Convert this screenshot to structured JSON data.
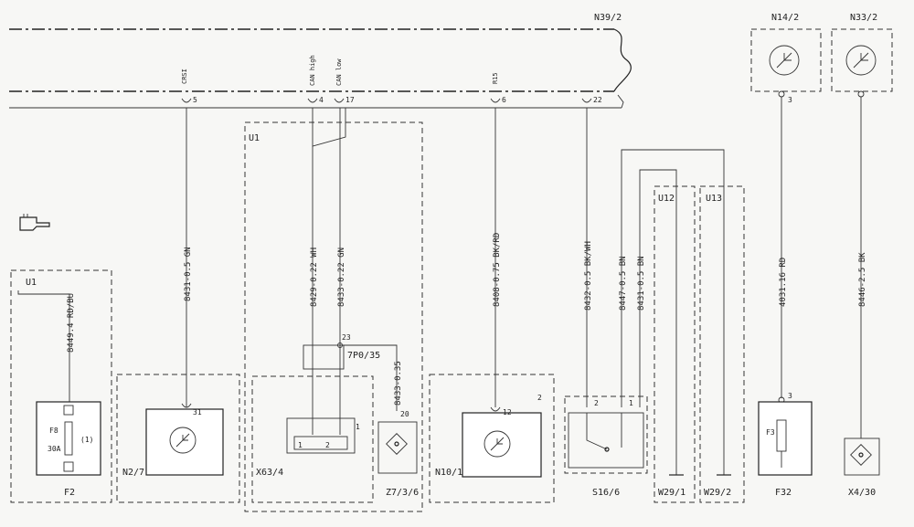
{
  "modules": {
    "n39_2": "N39/2",
    "n14_2": "N14/2",
    "n33_2": "N33/2",
    "u1_left": "U1",
    "u1_mid": "U1",
    "u12": "U12",
    "u13": "U13",
    "f2": "F2",
    "n2_7": "N2/7",
    "x63_4": "X63/4",
    "z7_3_6": "Z7/3/6",
    "n10_1": "N10/1",
    "s16_6": "S16/6",
    "w29_1": "W29/1",
    "w29_2": "W29/2",
    "f32": "F32",
    "x4_30": "X4/30"
  },
  "bus_signals": {
    "crsi": "CRSI",
    "can_high": "CAN high",
    "can_low": "CAN low",
    "r15": "R15"
  },
  "pins": {
    "p5": "5",
    "p4": "4",
    "p17": "17",
    "p6": "6",
    "p22": "22",
    "p3a": "3",
    "p3b": "3",
    "p31": "31",
    "p12": "12",
    "p2a": "2",
    "p2b": "2",
    "p1a": "1",
    "p23": "23",
    "p20": "20",
    "p1b": "1",
    "p2c": "2",
    "p1c": "1"
  },
  "wires": {
    "w_f2": "8449.4 RD/BU",
    "w_n2_7": "8431-0.5 GN",
    "w_can_high": "8429-0.22 WH",
    "w_can_low": "8433-0.22 GN",
    "w_z7": "8433-0.35",
    "w_n10": "8408-0.75 BK/RD",
    "w_s16_a": "8432-0.5 BK/WH",
    "w_s16_b": "8447-0.5 BN",
    "w_s16_c": "8431-0.5 BN",
    "w_f32": "4031.16 RD",
    "w_x4": "8446-2.5 BK"
  },
  "connector_ref": "7P0/35",
  "fuse_f8": {
    "name": "F8",
    "rating": "30A",
    "extra": "(1)"
  },
  "fuse_f3": "F3",
  "note_icon": "pointing-hand-icon"
}
